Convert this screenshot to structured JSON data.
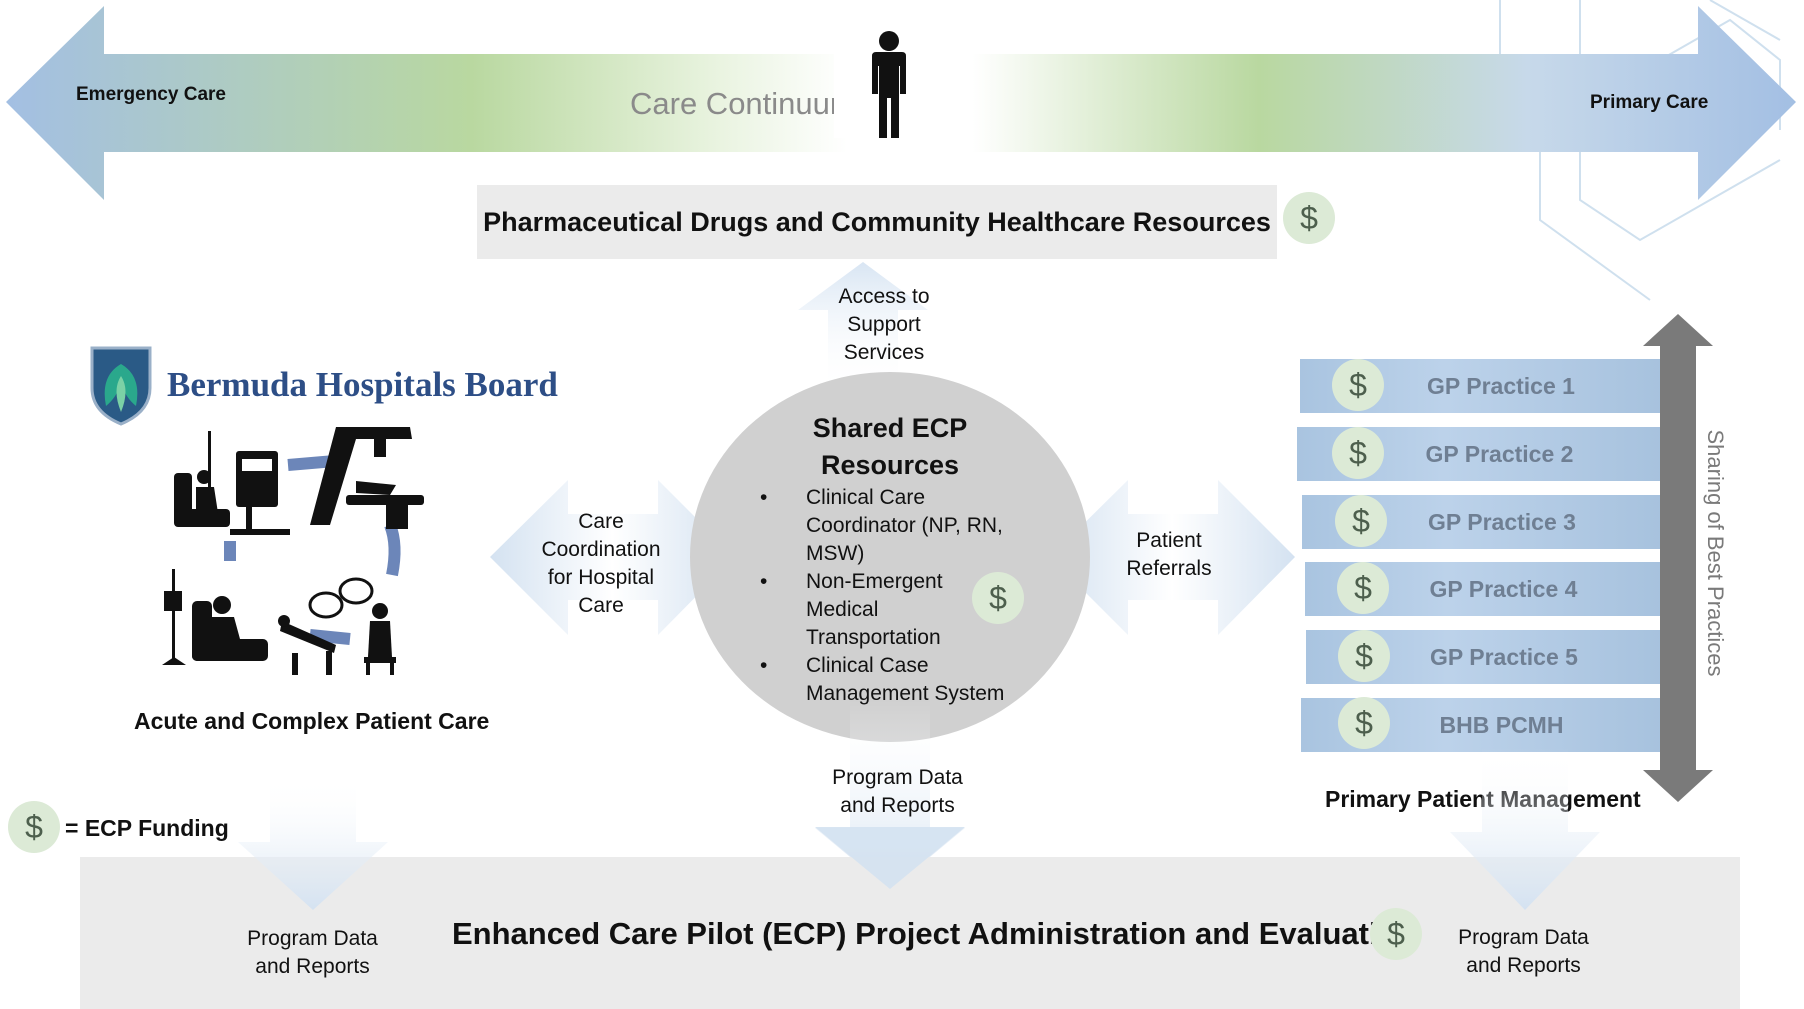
{
  "continuum": {
    "left_label": "Emergency Care",
    "center_label": "Care Continuum",
    "right_label": "Primary Care"
  },
  "pharma_box": {
    "title": "Pharmaceutical Drugs and Community Healthcare Resources"
  },
  "access_label": "Access to Support Services",
  "bhb": {
    "logo_text": "Bermuda Hospitals Board",
    "caption": "Acute and Complex Patient Care"
  },
  "care_coordination_label": "Care Coordination for Hospital Care",
  "shared": {
    "title": "Shared ECP Resources",
    "items": [
      "Clinical Care Coordinator (NP, RN, MSW)",
      "Non-Emergent Medical Transportation",
      "Clinical Case Management System"
    ]
  },
  "patient_referrals_label": "Patient Referrals",
  "practices": [
    "GP Practice 1",
    "GP Practice 2",
    "GP Practice 3",
    "GP Practice 4",
    "GP Practice 5",
    "BHB PCMH"
  ],
  "sharing_label": "Sharing of Best Practices",
  "primary_caption": "Primary Patient Management",
  "legend": {
    "symbol": "$",
    "text": "= ECP Funding"
  },
  "program_data_label": "Program Data and Reports",
  "admin_box": {
    "title": "Enhanced Care Pilot (ECP) Project Administration and Evaluation"
  },
  "colors": {
    "arrow_blue": "#a9c3e2",
    "arrow_green": "#b6d79a",
    "coin_green": "#dcead6",
    "gp_blue": "#b2cbe6",
    "gray_box": "#ebebeb",
    "circle_gray": "#d0d0d0"
  }
}
